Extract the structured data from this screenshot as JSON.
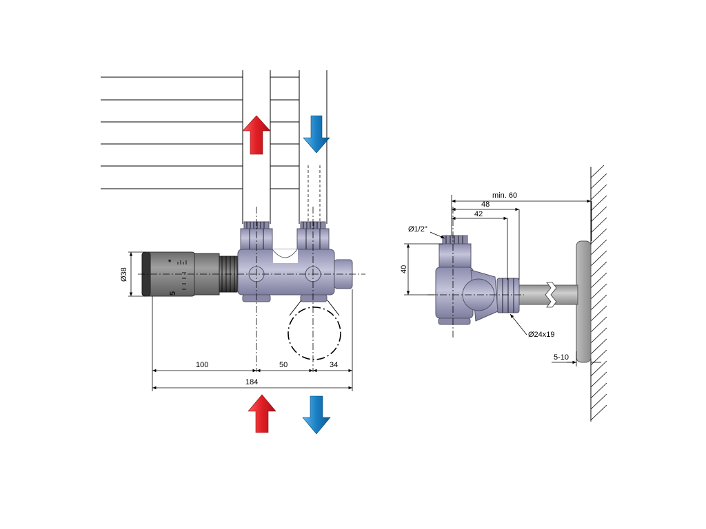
{
  "dimensions": {
    "dia_38": "Ø38",
    "len_100": "100",
    "len_50": "50",
    "len_34": "34",
    "len_184": "184",
    "min_60": "min. 60",
    "len_48": "48",
    "len_42": "42",
    "dia_half_inch": "Ø1/2\"",
    "len_40": "40",
    "dia_24x19": "Ø24x19",
    "gap_5_10": "5-10"
  },
  "thermostat_head": {
    "symbol": "*",
    "scale_number": "5"
  },
  "colors": {
    "hot_arrow": "#e01e24",
    "cold_arrow": "#1a7fc4",
    "valve_body": "#a9a9c4",
    "thermostat_head": "#8a8a8a",
    "wall_rosette": "#9a9a9a"
  },
  "icons": {
    "hot_flow": "arrow-up-icon",
    "cold_flow": "arrow-down-icon"
  }
}
